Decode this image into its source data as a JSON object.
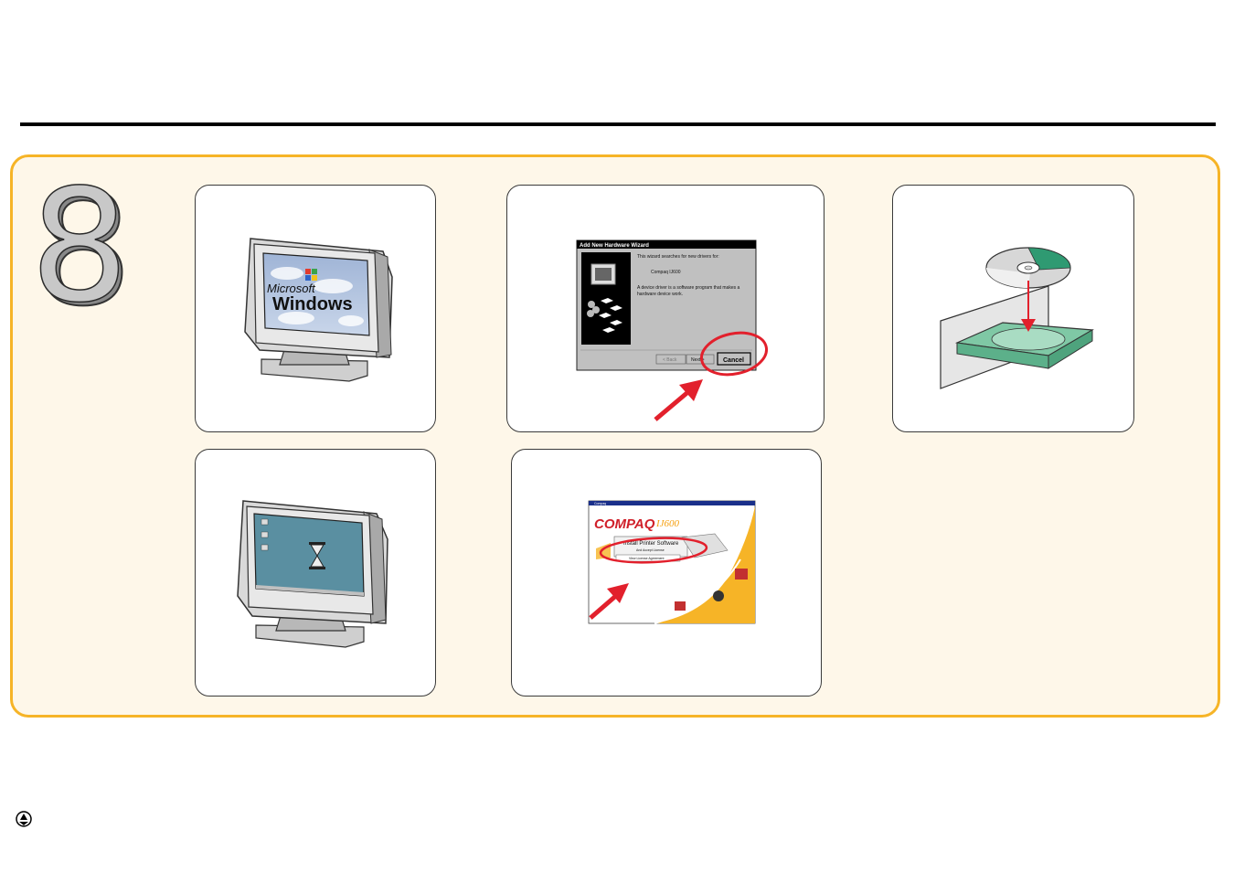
{
  "step": {
    "number": "8"
  },
  "card_win_boot": {
    "logo_line1": "Microsoft",
    "logo_line2": "Windows"
  },
  "card_wizard": {
    "title": "Add New Hardware Wizard",
    "text1": "This wizard searches for new drivers for:",
    "device": "Compaq IJ600",
    "text2": "A device driver is a software program that makes a",
    "text3": "hardware device work.",
    "back_label": "< Back",
    "next_label": "Next >",
    "cancel_label": "Cancel"
  },
  "card_installer": {
    "window_title": "Compaq",
    "brand": "COMPAQ",
    "model": "IJ600",
    "install_label": "Install Printer Software",
    "install_sub": "And Accept License",
    "license_label": "View License Agreement"
  },
  "colors": {
    "accent_orange": "#f6b427",
    "panel_bg": "#fef7e9",
    "highlight_red": "#e2202c",
    "cd_green": "#2f9a72",
    "desktop_teal": "#5a8fa1"
  },
  "icons": [
    "monitor-icon",
    "cd-tray-icon",
    "hourglass-icon",
    "recycle-icon"
  ]
}
